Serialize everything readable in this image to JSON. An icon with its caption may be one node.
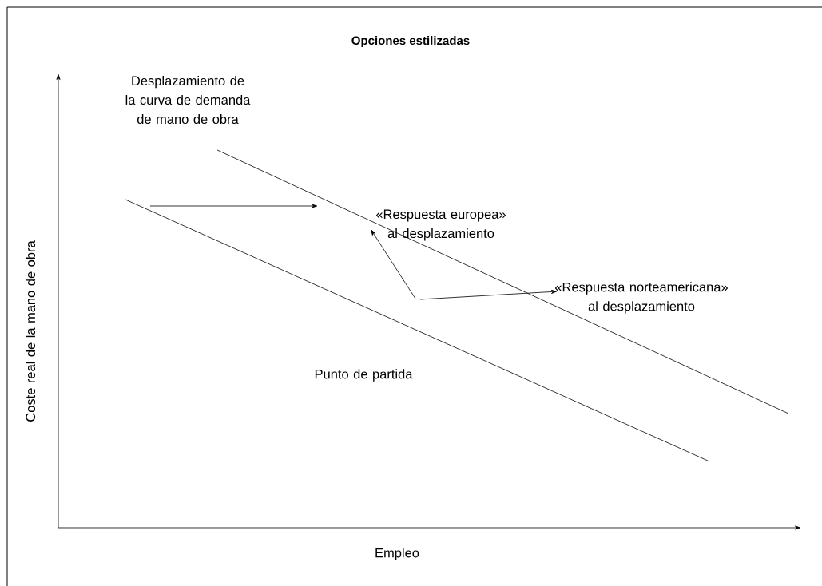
{
  "diagram": {
    "title": "Opciones estilizadas",
    "labels": [
      "Desplazamiento de la curva de demanda de mano de obra",
      "«Respuesta europea» al desplazamiento",
      "«Respuesta norteamericana» al desplazamiento",
      "Punto de partida",
      "Coste real de la mano de obra",
      "Empleo"
    ]
  }
}
